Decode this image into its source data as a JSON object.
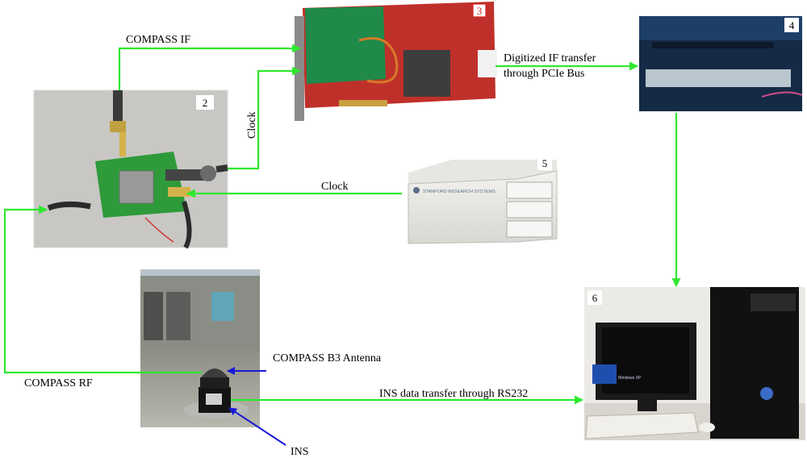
{
  "labels": {
    "compass_if": "COMPASS IF",
    "clock_vertical": "Clock",
    "clock_horizontal": "Clock",
    "digitized_line1": "Digitized IF transfer",
    "digitized_line2": "through PCIe Bus",
    "compass_b3_antenna": "COMPASS B3 Antenna",
    "compass_rf": "COMPASS RF",
    "ins_data": "INS data transfer through RS232",
    "ins": "INS"
  },
  "photo_numbers": {
    "frontend": "2",
    "pcie_card": "3",
    "pc_slot": "4",
    "clock_source": "5",
    "computer": "6"
  },
  "device_text": {
    "clock_brand": "STANFORD RESEARCH SYSTEMS",
    "monitor_brand": "Windows XP"
  },
  "colors": {
    "signal_line": "#2ee82e",
    "pointer_line": "#1a1ad6",
    "pcb_red": "#c0302a",
    "pcb_green": "#1f8a4a",
    "frontend_green": "#2e9a3a"
  }
}
